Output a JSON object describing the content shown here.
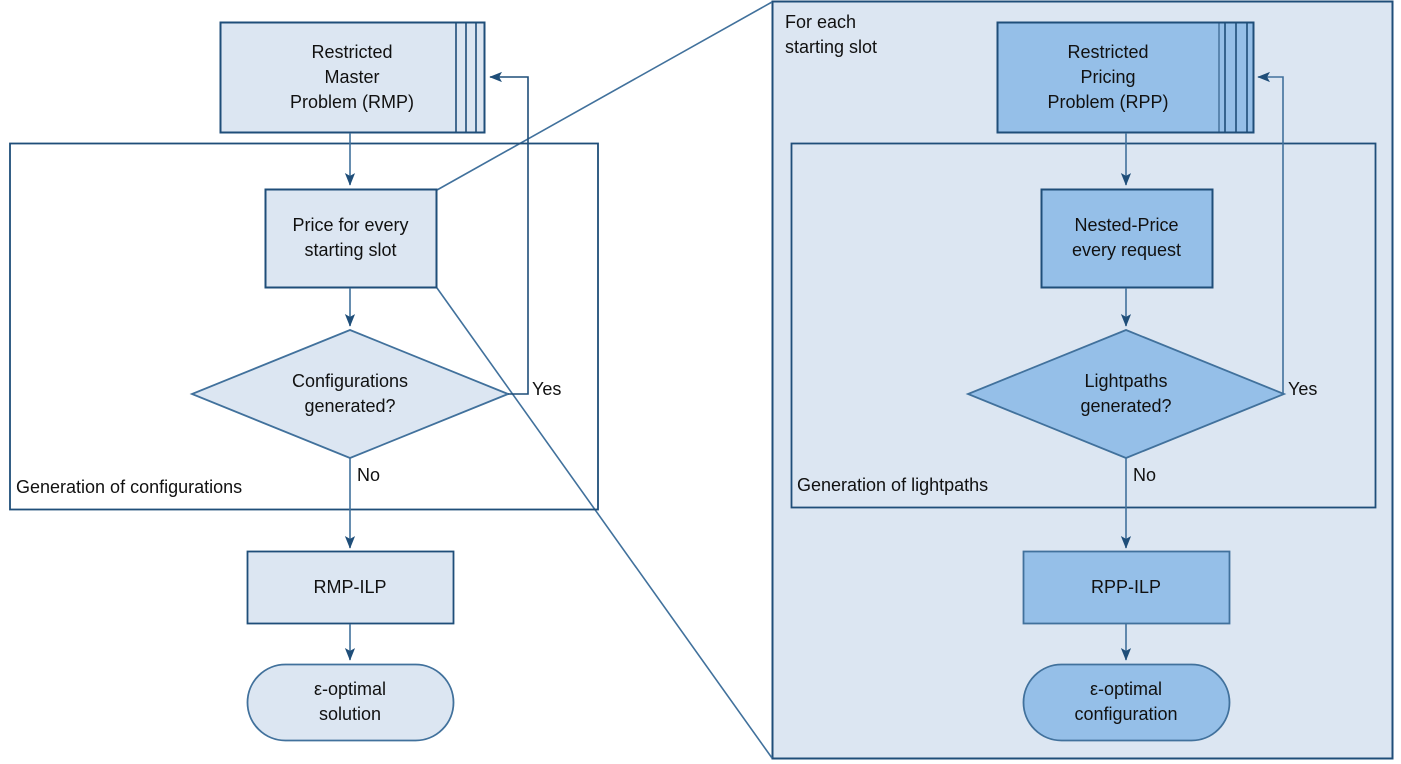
{
  "diagram": {
    "title_hidden": "Column generation flowchart",
    "colors": {
      "light_fill": "#dce6f2",
      "dark_fill": "#95bfe8",
      "stroke_dark": "#1f4e79",
      "stroke_medium": "#41719c",
      "panel_fill": "#dce6f2",
      "text": "#111111"
    }
  },
  "left_panel": {
    "nodes": {
      "rmp": {
        "label": "Restricted\nMaster\nProblem (RMP)",
        "shape": "stacked-rect"
      },
      "price": {
        "label": "Price for every\nstarting slot",
        "shape": "rect"
      },
      "decision": {
        "label": "Configurations\ngenerated?",
        "shape": "diamond"
      },
      "ilp": {
        "label": "RMP-ILP",
        "shape": "rect"
      },
      "terminal": {
        "label": "ε-optimal\nsolution",
        "shape": "stadium"
      }
    },
    "group_label": "Generation of configurations",
    "edge_labels": {
      "yes": "Yes",
      "no": "No"
    }
  },
  "right_panel": {
    "caption": "For each\nstarting slot",
    "nodes": {
      "rpp": {
        "label": "Restricted\nPricing\nProblem (RPP)",
        "shape": "stacked-rect"
      },
      "nested_price": {
        "label": "Nested-Price\nevery request",
        "shape": "rect"
      },
      "decision": {
        "label": "Lightpaths\ngenerated?",
        "shape": "diamond"
      },
      "ilp": {
        "label": "RPP-ILP",
        "shape": "rect"
      },
      "terminal": {
        "label": "ε-optimal\nconfiguration",
        "shape": "stadium"
      }
    },
    "group_label": "Generation of lightpaths",
    "edge_labels": {
      "yes": "Yes",
      "no": "No"
    }
  }
}
